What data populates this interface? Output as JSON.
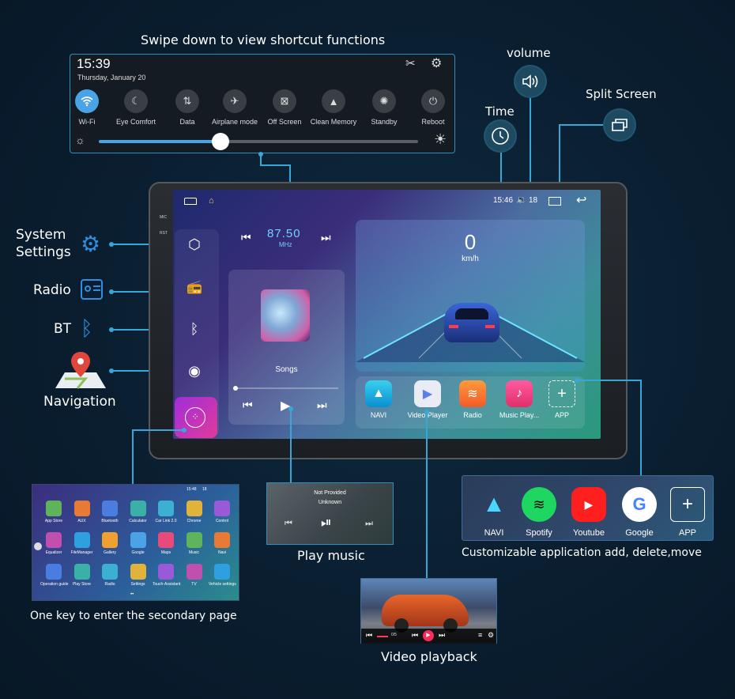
{
  "headline": "Swipe down to view shortcut functions",
  "shortcut": {
    "time": "15:39",
    "date": "Thursday, January 20",
    "items": [
      {
        "label": "Wi-Fi",
        "icon": "wifi-icon",
        "active": true
      },
      {
        "label": "Eye Comfort",
        "icon": "moon-icon",
        "active": false
      },
      {
        "label": "Data",
        "icon": "data-arrows-icon",
        "active": false
      },
      {
        "label": "Airplane mode",
        "icon": "airplane-icon",
        "active": false
      },
      {
        "label": "Off Screen",
        "icon": "screen-off-icon",
        "active": false
      },
      {
        "label": "Clean Memory",
        "icon": "rocket-icon",
        "active": false
      },
      {
        "label": "Standby",
        "icon": "standby-icon",
        "active": false
      },
      {
        "label": "Reboot",
        "icon": "power-icon",
        "active": false
      }
    ],
    "brightness": 0.38
  },
  "features": {
    "volume": "volume",
    "split_screen": "Split Screen",
    "time": "Time",
    "system_settings_line1": "System",
    "system_settings_line2": "Settings",
    "radio": "Radio",
    "bt": "BT",
    "navigation": "Navigation"
  },
  "device": {
    "side_labels": [
      "MIC",
      "RST"
    ],
    "status_time": "15:46",
    "status_volume": "18",
    "radio_freq": "87.50",
    "radio_unit": "MHz",
    "song_label": "Songs",
    "speed": "0",
    "speed_unit": "km/h",
    "apps": [
      "NAVI",
      "Video Player",
      "Radio",
      "Music Play...",
      "APP"
    ]
  },
  "secondary_page": {
    "caption": "One key to enter the secondary page",
    "status_time": "15:48",
    "status_volume": "18",
    "apps_row1": [
      "App Store",
      "AUX",
      "Bluetooth",
      "Calculator",
      "Car Link 2.0",
      "Chrome",
      "Control"
    ],
    "apps_row2": [
      "Equalizer",
      "FileManager",
      "Gallery",
      "Google",
      "Maps",
      "Music",
      "Navi"
    ],
    "apps_row3": [
      "Operation guide",
      "Play Store",
      "Radio",
      "Settings",
      "Touch-Assistant",
      "TV",
      "Vehicle settings"
    ]
  },
  "music": {
    "caption": "Play music",
    "title": "Not Provided",
    "artist": "Unknown"
  },
  "app_edit": {
    "caption": "Customizable application add, delete,move",
    "apps": [
      "NAVI",
      "Spotify",
      "Youtube",
      "Google",
      "APP"
    ]
  },
  "video": {
    "caption": "Video playback",
    "time": "0/5"
  },
  "colors": {
    "accent": "#39a6d8",
    "background": "#0a1e30"
  }
}
